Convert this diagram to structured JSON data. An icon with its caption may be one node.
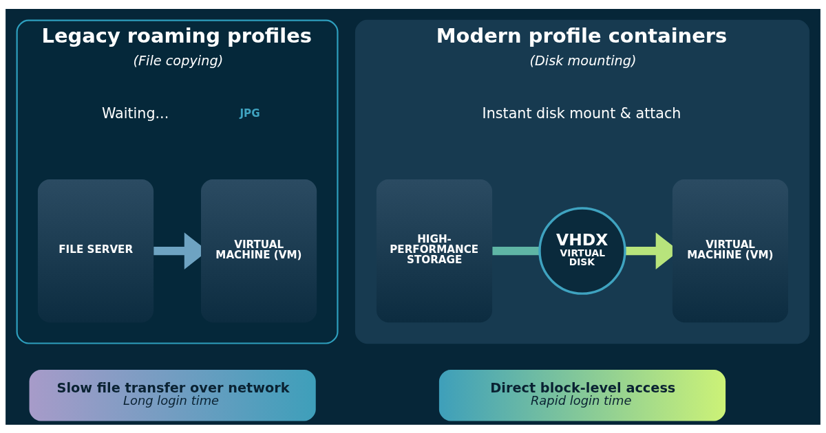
{
  "diagram": {
    "nodes": [
      {
        "text": [
          "Legacy roaming profiles",
          "(File copying)"
        ]
      },
      {
        "text": [
          "FILE SERVER"
        ],
        "in": 0
      },
      {
        "text": [
          "VIRTUAL MACHINE (VM)"
        ],
        "in": 0
      },
      {
        "text": [
          "Slow file transfer over network",
          "Long login time"
        ]
      },
      {
        "text": [
          "Modern profile containers",
          "(Disk mounting)"
        ]
      },
      {
        "text": [
          "HIGH-PERFORMANCE STORAGE"
        ],
        "in": 4
      },
      {
        "text": [
          "VHDX",
          "VIRTUAL DISK"
        ],
        "in": 4
      },
      {
        "text": [
          "VIRTUAL MACHINE (VM)"
        ],
        "in": 4
      },
      {
        "text": [
          "Direct block-level access",
          "Rapid login time"
        ]
      }
    ],
    "edges": [
      {
        "from": 1,
        "to": 2,
        "arrow": "to",
        "color": "#6ea3c2"
      },
      {
        "from": 5,
        "to": 6,
        "arrow": "none",
        "color": "#5fb5a5"
      },
      {
        "from": 6,
        "to": 7,
        "arrow": "to",
        "color": "#b8e47c"
      }
    ],
    "labels": [
      "Waiting...",
      "JPG",
      "Instant disk mount & attach"
    ]
  }
}
